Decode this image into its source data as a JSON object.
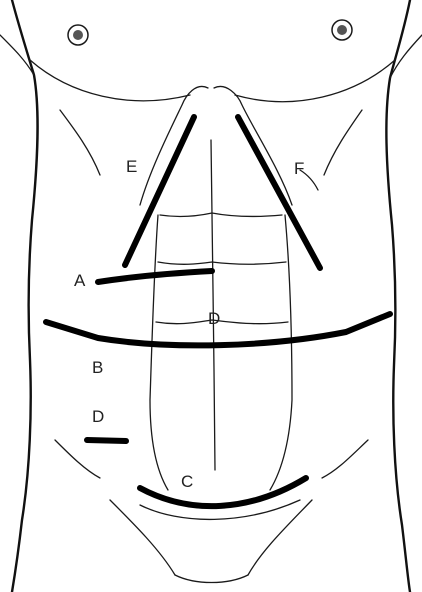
{
  "labels": {
    "a": "A",
    "b": "B",
    "c": "C",
    "d_upper": "D",
    "d_lower": "D",
    "e": "E",
    "f": "F"
  },
  "colors": {
    "incision": "#000000",
    "outline": "#1a1a1a",
    "background": "#ffffff"
  }
}
